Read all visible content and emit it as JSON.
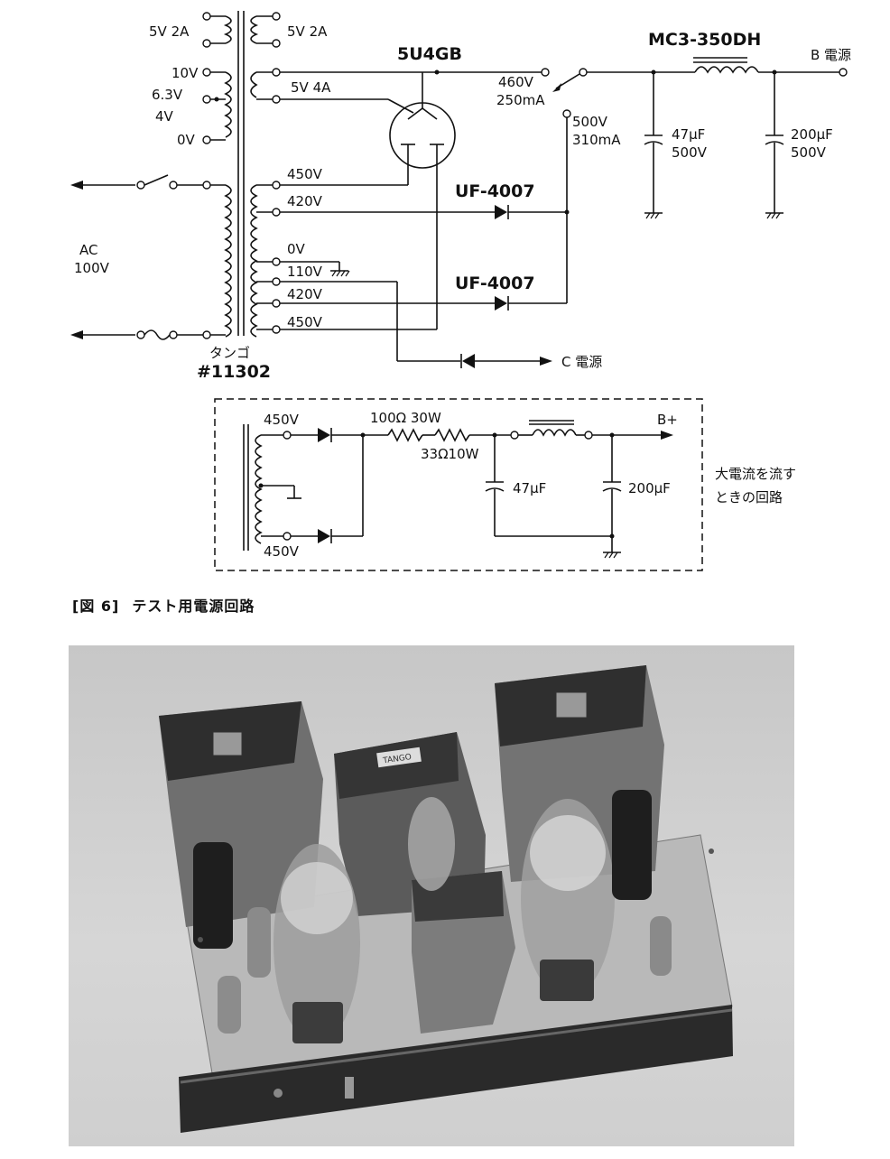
{
  "schematic": {
    "tube": "5U4GB",
    "choke": "MC3-350DH",
    "diode1": "UF-4007",
    "diode2": "UF-4007",
    "b_supply": "B 電源",
    "c_supply": "C 電源",
    "ac_label": "AC",
    "ac_voltage": "100V",
    "transformer_maker": "タンゴ",
    "transformer_number": "#11302",
    "taps": {
      "heater_a": "5V 2A",
      "heater_b": "5V 2A",
      "rect_heater": "5V 4A",
      "v10": "10V",
      "v63": "6.3V",
      "v4": "4V",
      "v0": "0V",
      "s450a": "450V",
      "s420a": "420V",
      "s0": "0V",
      "s110": "110V",
      "s420b": "420V",
      "s450b": "450V"
    },
    "switch_pos1_v": "460V",
    "switch_pos1_i": "250mA",
    "switch_pos2_v": "500V",
    "switch_pos2_i": "310mA",
    "cap1_value": "47μF",
    "cap1_voltage": "500V",
    "cap2_value": "200μF",
    "cap2_voltage": "500V"
  },
  "inset": {
    "top_tap": "450V",
    "bottom_tap": "450V",
    "res1": "100Ω 30W",
    "res2": "33Ω10W",
    "cap1": "47μF",
    "cap2": "200μF",
    "output": "B+",
    "note_line1": "大電流を流す",
    "note_line2": "ときの回路"
  },
  "caption": {
    "figure_no": "[図 6]",
    "title": "テスト用電源回路"
  },
  "photo": {
    "badge_text": "TANGO"
  }
}
